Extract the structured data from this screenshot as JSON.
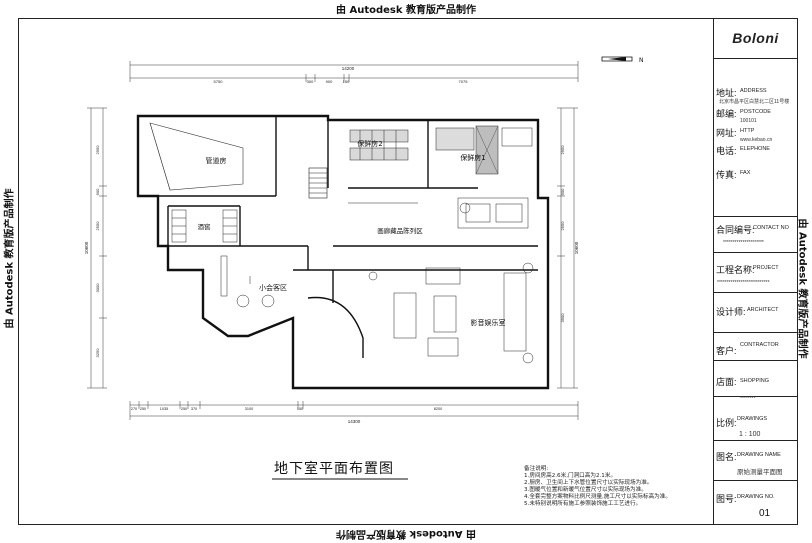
{
  "watermark": "由 Autodesk 教育版产品制作",
  "title_block": {
    "brand": "Boloni",
    "address_label": "地址:",
    "address_en": "ADDRESS",
    "address_value": "北京市昌平区白慧北二区11号楼",
    "postcode_label": "邮编:",
    "postcode_en": "POSTCODE",
    "postcode_value": "100101",
    "website_label": "网址:",
    "website_en": "HTTP",
    "website_value": "www.kebao.cn",
    "phone_label": "电话:",
    "phone_en": "ELEPHONE",
    "fax_label": "传真:",
    "fax_en": "FAX",
    "contract_label": "合同编号:",
    "contract_en": "CONTACT NO",
    "contract_value": "*********************",
    "project_label": "工程名称:",
    "project_en": "PROJECT",
    "project_value": "***************************",
    "designer_label": "设计师:",
    "designer_en": "ARCHITECT",
    "client_label": "客户:",
    "client_en": "CONTRACTOR",
    "shop_label": "店面:",
    "shop_en": "SHOPPING",
    "shop_value": "********",
    "scale_label": "比例:",
    "scale_en": "DRAWINGS",
    "scale_value": "1 : 100",
    "drawing_name_label": "图名:",
    "drawing_name_en": "DRAWING NAME",
    "drawing_name_value": "原始测量平面图",
    "drawing_no_label": "图号:",
    "drawing_no_en": "DRAWING NO.",
    "drawing_no_value": "01"
  },
  "plan": {
    "title": "地下室平面布置图",
    "north": "N",
    "rooms": {
      "pipe_room": "管道房",
      "fresh_room_2": "保鲜房2",
      "fresh_room_1": "保鲜房1",
      "wine_cellar": "酒窖",
      "gallery": "画廊藏品陈列区",
      "lounge": "小会客区",
      "av_room": "影音娱乐室"
    },
    "dims_top": {
      "total": "14200",
      "d1": "5750",
      "d2": "300",
      "d3": "900",
      "d4": "150",
      "d5": "7075"
    },
    "dims_bottom": {
      "total": "14300",
      "d1": "270",
      "d2": "250",
      "d3": "1035",
      "d4": "250",
      "d5": "370",
      "d6": "3100",
      "d7": "150",
      "d8": "8200"
    },
    "dims_left": {
      "total": "10600",
      "d1": "2950",
      "d2": "900",
      "d3": "2550",
      "d4": "3000",
      "d5": "3250"
    },
    "dims_right": {
      "total": "10600",
      "d1": "2950",
      "d2": "900",
      "d3": "2550",
      "d4": "3900"
    }
  },
  "notes": {
    "heading": "备注说明:",
    "lines": [
      "1.房间房高2.6米,门洞口高为2.1米。",
      "2.厨房、卫生间上下水管位置尺寸以实际现场为准。",
      "3.图暖气位置和新暖气位置尺寸以实际现场为准。",
      "4.全套完整方案物料比例尺测量,施工尺寸以实际标高为准。",
      "5.未特别说明所有施工参照装饰施工工艺进行。"
    ]
  }
}
